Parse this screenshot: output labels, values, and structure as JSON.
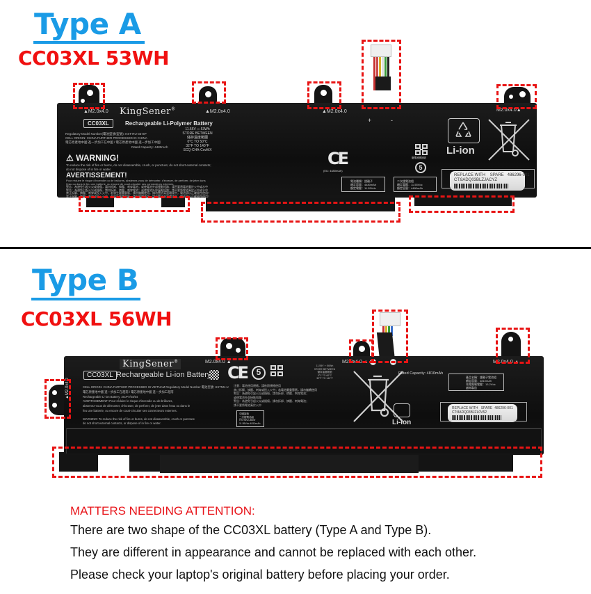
{
  "type_a": {
    "title": "Type A",
    "model": "CC03XL 53WH",
    "battery": {
      "brand": "KingSener",
      "brand_mark": "®",
      "model_box": "CC03XL",
      "subtitle": "Rechargeable Li-Polymer Battery",
      "screw_labels": [
        "▲M2.0x4.0",
        "▲M2.0x4.0",
        "▲M2.0x4.0",
        "M2.0x4.0▲"
      ],
      "regulatory_lines": [
        "Regulatory Model Number(電池型號/型號): KST-RU-33-BP",
        "CELL ORIGIN: CHINA FURTHER PROCESSED IN CHINA",
        "電芯原產地中國 進一步加工在中國 / 電芯原產地中國 進一步加工中國"
      ],
      "rated_capacity": "Rated Capacity: 4480mAh",
      "spec_lines": [
        "11.55V ⎓ 53Wh",
        "STORE BETWEEN",
        "儲存溫度範圍",
        "0°C TO 50°C",
        "32°F TO 140°F",
        "SCQ-CHA-CovMX"
      ],
      "warning": "⚠ WARNING!",
      "warning_lines": [
        "To reduce the risk of fire or burns, do not disassemble, crush, or puncture; do not short external contacts;",
        "do not dispose of in fire or water."
      ],
      "avertissement": "AVERTISSEMENT!",
      "avertissement_lines": [
        "Pour réduire le risque d'incendie ou de brûlures, abstenez-vous de démonter, d'écraser, de perforer, de jeter dans",
        "l'eau ou dans le feu une batterie, ou encore de court-circuiter ses connecteurs externes.",
        "警告：為避免引起火災或燒傷，請勿拆卸、擠壓、刺穿電池；或使電池外部接點短路；請不要將電池棄於火中或水中",
        "警告：為避免引起火災或燒傷，請勿拆卸、擠壓、刺穿電池；或使電池外部接點短路；請不要將電池棄於火中或水中",
        "禁止拆解、擠壓、刺穿或投入火中。若發生嚴重膨脹，請勿繼續使用。請勿置於高溫環境中，電池須以正確極性使用！",
        "禁止拆解、擠壓、刺穿或投入火中。若發生嚴重膨脹，請勿繼續使用。請勿置於高溫環境中，電池須以正確極性使用！"
      ],
      "plus": "+",
      "minus": "-",
      "ce": "CE",
      "ce_sub": "(EU: 4480mAh)",
      "info_box_1": [
        "電池種類：鋰離子",
        "額定容量：4480mAh",
        "額定電壓：11.55Vdc",
        "中國製造"
      ],
      "info_box_2": [
        "二次鋰電池組",
        "額定電壓：11.55Vdc",
        "額定容量：4480mAh",
        "中國製造"
      ],
      "recycle_caption": "廢電池請回收",
      "epup": "5",
      "liion": "Li-ion",
      "replace_label": {
        "replace_with": "REPLACE WITH",
        "spare": "SPARE",
        "part": "486296-001",
        "ct": "CT:8ADQ03BLZJACYZ"
      }
    }
  },
  "type_b": {
    "title": "Type B",
    "model": "CC03XL 56WH",
    "battery": {
      "brand": "KingSener",
      "brand_mark": "®",
      "model_box": "CC03XL",
      "subtitle": "Rechargeable Li-ion Battery",
      "screw_labels": [
        "M2.0x4.0 ▲",
        "M2.0x4.0 ▲",
        "M2.0x4.0 ▲",
        "▲M2.0x4.0"
      ],
      "lines": [
        "CELL ORIGIN: CHINA FURTHER PROCESSED IN VIETNAM   Regulatory Model Number 電池型號: HSTNN-UB6W",
        "電芯原產地中國 進一步加工在越南 / 電芯原產地中國 進一步加工越南",
        "Rechargeable Li-ion Battery,  3ICP7/54/64",
        "AVERTISSEMENT! Pour réduire le risque d'incendie ou de brûlures,",
        "abstenez-vous de démonter, d'écraser, de perforer, de jeter dans l'eau ou dans le",
        "feu une batterie, ou encore de court-circuiter ses connecteurs externes."
      ],
      "warning_lines": [
        "WARNING: To reduce the risk of fire or burns, do not disassemble, crush or puncture",
        "do not short external contacts, or dispose of in fire or water."
      ],
      "cn_lines": [
        "注意：電池使用規格，請依照規格使用",
        "禁止拆解、擠壓、刺穿或投入火中；若電池嚴重膨脹，請勿繼續使用；請勿置於高溫環境中",
        "警告：為避免引起火災或燒傷，請勿拆卸、擠壓、刺穿電池；",
        "   或使電池外部接點短路",
        "警告：為避免引起火災或燒傷，請勿拆卸、擠壓、刺穿電池；",
        "   請不要將電池棄於火中"
      ],
      "spec_lines": [
        "11.55V ⎓ 56Wh",
        "STORE BETWEEN",
        "儲存溫度範圍",
        "0°C TO 60°C",
        "32°F TO 140°F"
      ],
      "small_box": [
        "中國製造",
        "二次鋰電池組",
        "HSTNN-UB6W",
        "11.55Vdc  4810mAh"
      ],
      "rated_capacity": "Rated Capacity: 4810mAh",
      "info_box": [
        "產品名稱：鋰離子電池組",
        "額定容量：4810mAh",
        "充電限制電壓：13.2Vdc",
        "越南製造"
      ],
      "epup": "5",
      "ce": "CE",
      "liion": "Li-ion",
      "replace_label": {
        "replace_with": "REPLACE WITH",
        "spare": "SPARE",
        "part": "486296-001",
        "ct": "CT:8ADQ03BJZL0V52"
      }
    }
  },
  "colors": {
    "type_title": "#1a9be6",
    "model_title": "#f01010",
    "dash_box": "#e81414",
    "attention": "#e8141a"
  },
  "notes": {
    "header": "MATTERS NEEDING ATTENTION:",
    "lines": [
      "There are two shape of the CC03XL battery (Type A and Type B).",
      "They are different in appearance and cannot be replaced with each other.",
      "Please check your laptop's original battery before placing your order."
    ]
  }
}
